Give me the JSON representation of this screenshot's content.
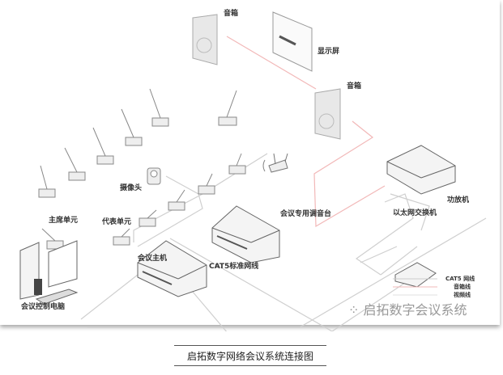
{
  "labels": {
    "speaker_top": "音箱",
    "display": "显示屏",
    "speaker_right": "音箱",
    "camera": "摄像头",
    "amplifier": "功放机",
    "mixer": "会议专用调音台",
    "switch": "以太网交换机",
    "chairman_unit": "主席单元",
    "delegate_unit": "代表单元",
    "host": "会议主机",
    "cable": "CAT5标准网线",
    "pc": "会议控制电脑"
  },
  "legend": [
    {
      "label": "CAT5 网线",
      "color": "#cccccc"
    },
    {
      "label": "音箱线",
      "color": "#f0b8b8"
    },
    {
      "label": "视频线",
      "color": "#e0e0e0"
    }
  ],
  "watermark": "启拓数字会议系统",
  "caption": "启拓数字网络会议系统连接图"
}
